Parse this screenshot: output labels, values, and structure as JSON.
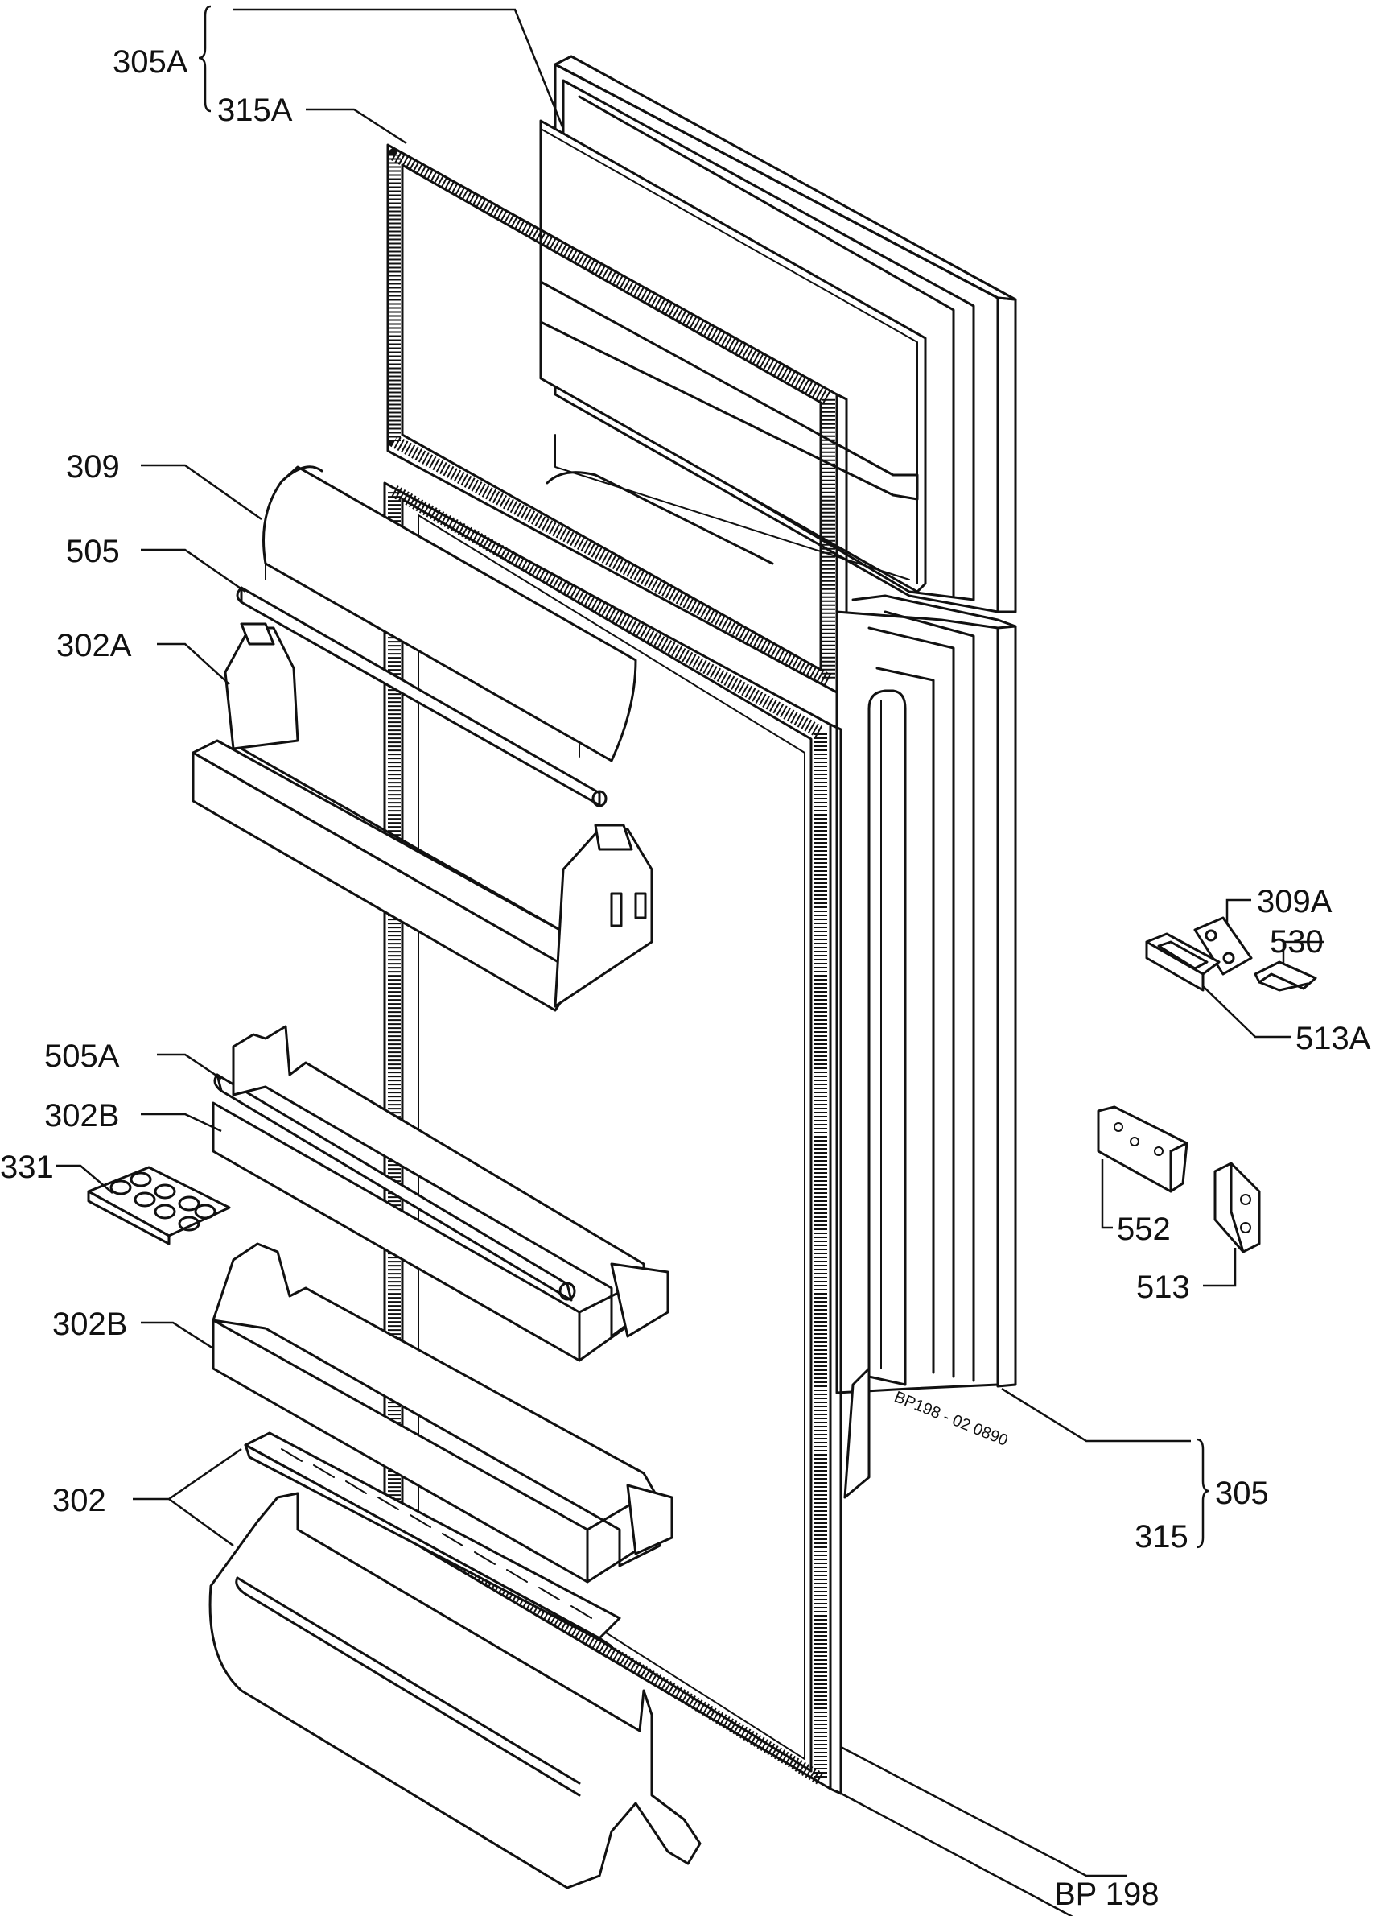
{
  "labels": {
    "l305A": "305A",
    "l315A": "315A",
    "l309": "309",
    "l505": "505",
    "l302A": "302A",
    "l505A": "505A",
    "l302B_1": "302B",
    "l331": "331",
    "l302B_2": "302B",
    "l302": "302",
    "l309A": "309A",
    "l530": "530",
    "l513A": "513A",
    "l552": "552",
    "l513": "513",
    "l305": "305",
    "l315": "315"
  },
  "stamp": "BP198 - 02 0890",
  "figure_code": "BP 198"
}
